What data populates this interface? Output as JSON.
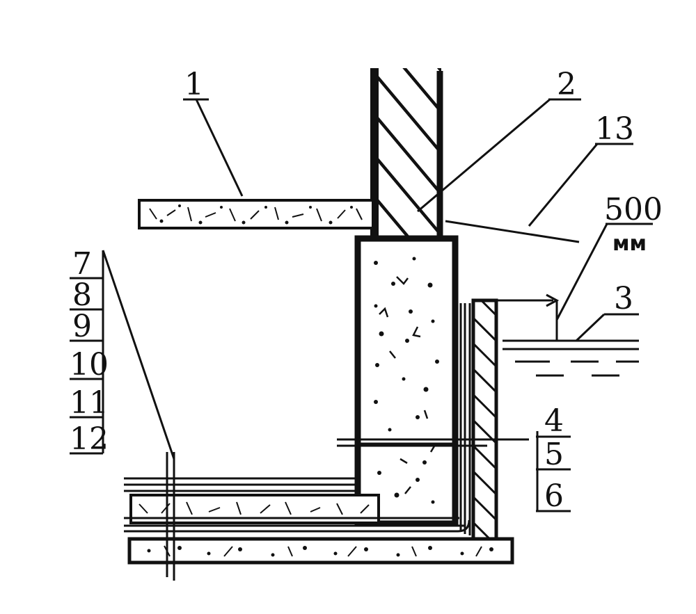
{
  "diagram": {
    "callouts": {
      "c1": "1",
      "c2": "2",
      "c3": "3",
      "c13": "13",
      "c4": "4",
      "c5": "5",
      "c6": "6",
      "c7": "7",
      "c8": "8",
      "c9": "9",
      "c10": "10",
      "c11": "11",
      "c12": "12"
    },
    "dimension": {
      "value": "500",
      "unit": "мм"
    }
  }
}
